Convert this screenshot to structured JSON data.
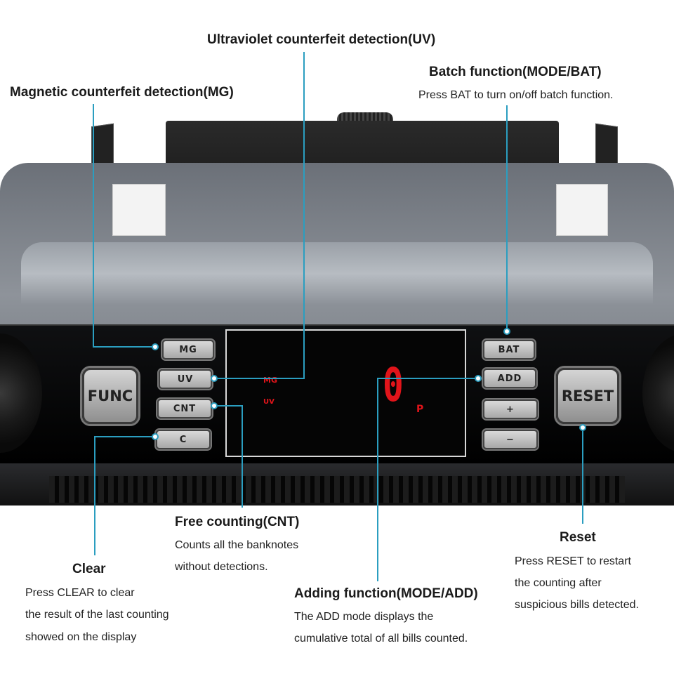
{
  "panel": {
    "keys": {
      "mg": "MG",
      "uv": "UV",
      "cnt": "CNT",
      "c": "C",
      "bat": "BAT",
      "add": "ADD",
      "plus": "+",
      "minus": "−",
      "func": "FUNC",
      "reset": "RESET"
    },
    "display": {
      "indicator_mg": "MG",
      "indicator_uv": "UV",
      "count_value": "0",
      "count_suffix": "P"
    }
  },
  "callouts": {
    "uv": {
      "title": "Ultraviolet counterfeit detection(UV)"
    },
    "mg": {
      "title": "Magnetic counterfeit detection(MG)"
    },
    "bat": {
      "title": "Batch function(MODE/BAT)",
      "desc": "Press BAT to turn on/off batch function."
    },
    "cnt": {
      "title": "Free counting(CNT)",
      "desc_line1": "Counts all the banknotes",
      "desc_line2": "without detections."
    },
    "clear": {
      "title": "Clear",
      "desc_line1": "Press CLEAR to clear",
      "desc_line2": "the result of the last counting",
      "desc_line3": "showed on the display"
    },
    "add": {
      "title": "Adding function(MODE/ADD)",
      "desc_line1": "The ADD mode displays the",
      "desc_line2": "cumulative total of all bills counted."
    },
    "reset": {
      "title": "Reset",
      "desc_line1": "Press RESET to restart",
      "desc_line2": "the counting after",
      "desc_line3": "suspicious bills detected."
    }
  },
  "colors": {
    "callout_line": "#2b9ec0",
    "display_red": "#e1141a",
    "panel_black": "#050505"
  }
}
